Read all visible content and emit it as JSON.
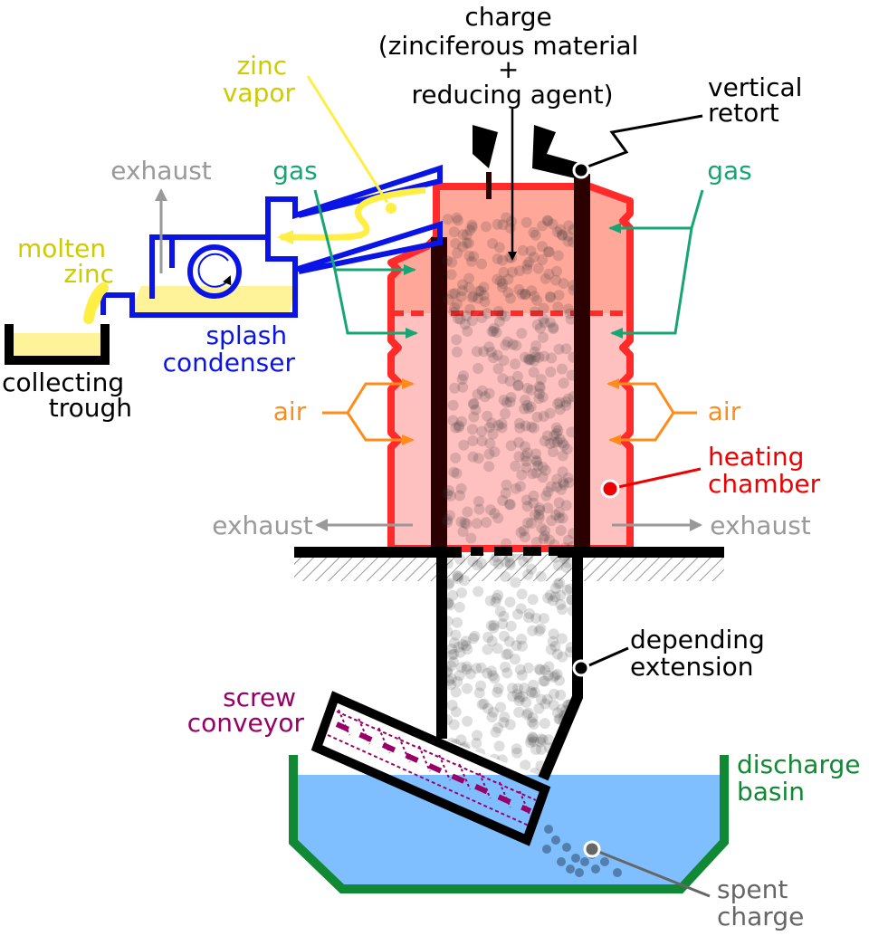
{
  "labels": {
    "charge": [
      "charge",
      "(zinciferous material",
      "+",
      "reducing agent)"
    ],
    "vertical_retort": [
      "vertical",
      "retort"
    ],
    "zinc_vapor": [
      "zinc",
      "vapor"
    ],
    "exhaust_top": "exhaust",
    "gas_left": "gas",
    "gas_right": "gas",
    "molten_zinc": [
      "molten",
      "zinc"
    ],
    "splash_condenser": [
      "splash",
      "condenser"
    ],
    "collecting_trough": [
      "collecting",
      "trough"
    ],
    "air_left": "air",
    "air_right": "air",
    "heating_chamber": [
      "heating",
      "chamber"
    ],
    "exhaust_left": "exhaust",
    "exhaust_right": "exhaust",
    "depending_extension": [
      "depending",
      "extension"
    ],
    "screw_conveyor": [
      "screw",
      "conveyor"
    ],
    "discharge_basin": [
      "discharge",
      "basin"
    ],
    "spent_charge": [
      "spent",
      "charge"
    ]
  },
  "colors": {
    "retort_wall": "#000000",
    "chamber_stroke": "#ff2a2a",
    "chamber_fill_upper": "#ff9f8f",
    "chamber_fill_lower": "#ffc0c0",
    "zinc": "#ffee44",
    "zinc_label": "#cccc00",
    "molten_fill": "#fff399",
    "condenser": "#0a14e6",
    "gas": "#17a673",
    "air": "#ff8c1a",
    "heating_label": "#ee0000",
    "exhaust": "#999999",
    "screw": "#990066",
    "basin": "#118833",
    "water": "#80bfff",
    "spent": "#666666",
    "ground_hatch": "#999999"
  }
}
